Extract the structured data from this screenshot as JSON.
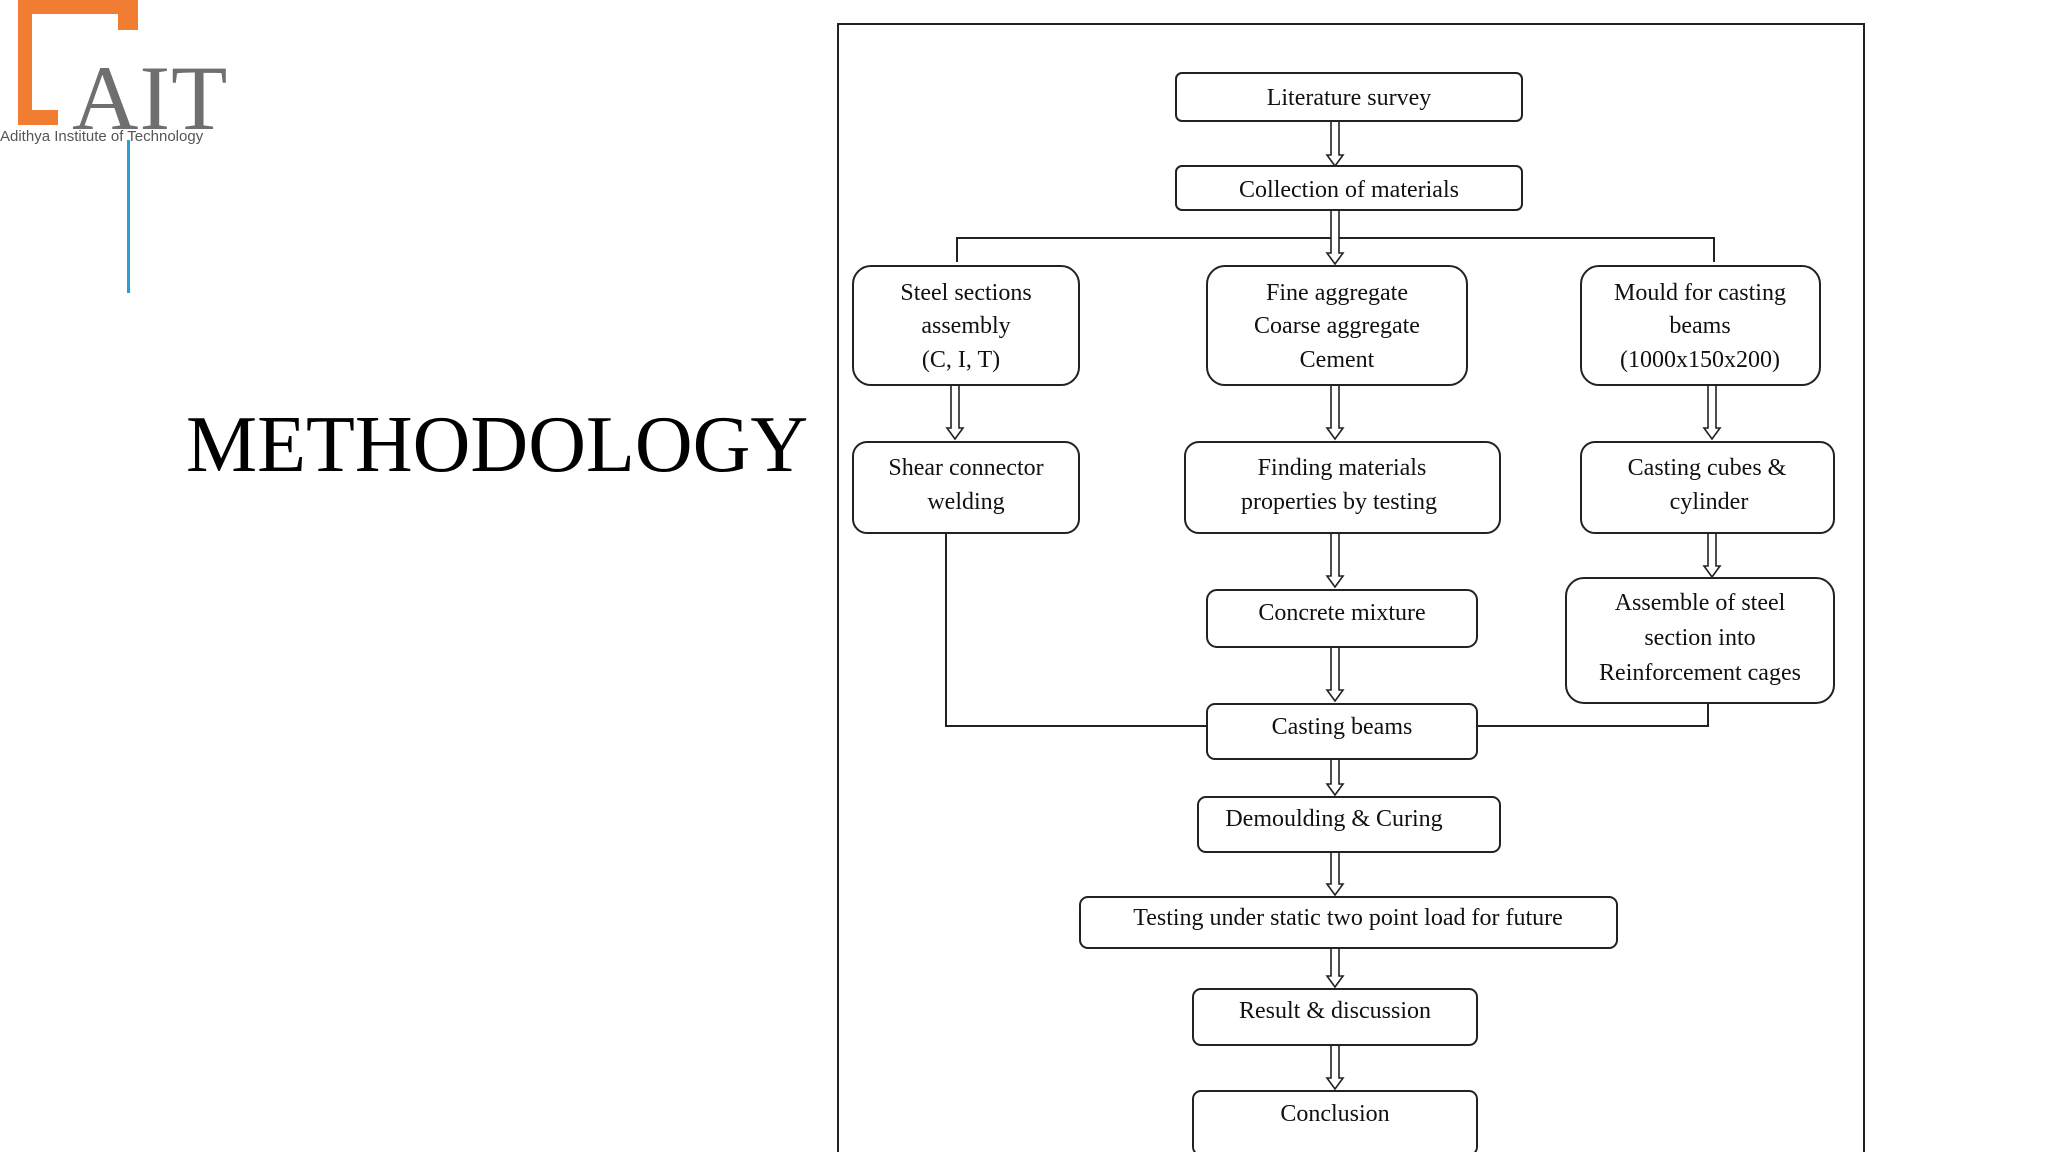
{
  "logo": {
    "text": "AIT",
    "subtitle": "Adithya Institute of Technology",
    "bracket_color": "#f07d32",
    "line_color": "#2a9fd6"
  },
  "slide": {
    "title": "METHODOLOGY"
  },
  "flowchart": {
    "literature_survey": "Literature survey",
    "collection_of_materials": "Collection of materials",
    "steel_sections": [
      "Steel sections",
      "assembly",
      "(C, I, T)"
    ],
    "aggregates": [
      "Fine aggregate",
      "Coarse aggregate",
      "Cement"
    ],
    "mould": [
      "Mould for casting",
      "beams",
      "(1000x150x200)"
    ],
    "shear_connector": [
      "Shear connector",
      "welding"
    ],
    "finding_materials": [
      "Finding materials",
      "properties  by testing"
    ],
    "casting_cubes": [
      "Casting cubes &",
      "cylinder"
    ],
    "concrete_mixture": "Concrete mixture",
    "assemble_steel": [
      "Assemble of steel",
      "section into",
      "Reinforcement cages"
    ],
    "casting_beams": "Casting beams",
    "demoulding_curing": "Demoulding & Curing",
    "testing": "Testing under static two point load for future",
    "result_discussion": "Result & discussion",
    "conclusion": "Conclusion"
  }
}
